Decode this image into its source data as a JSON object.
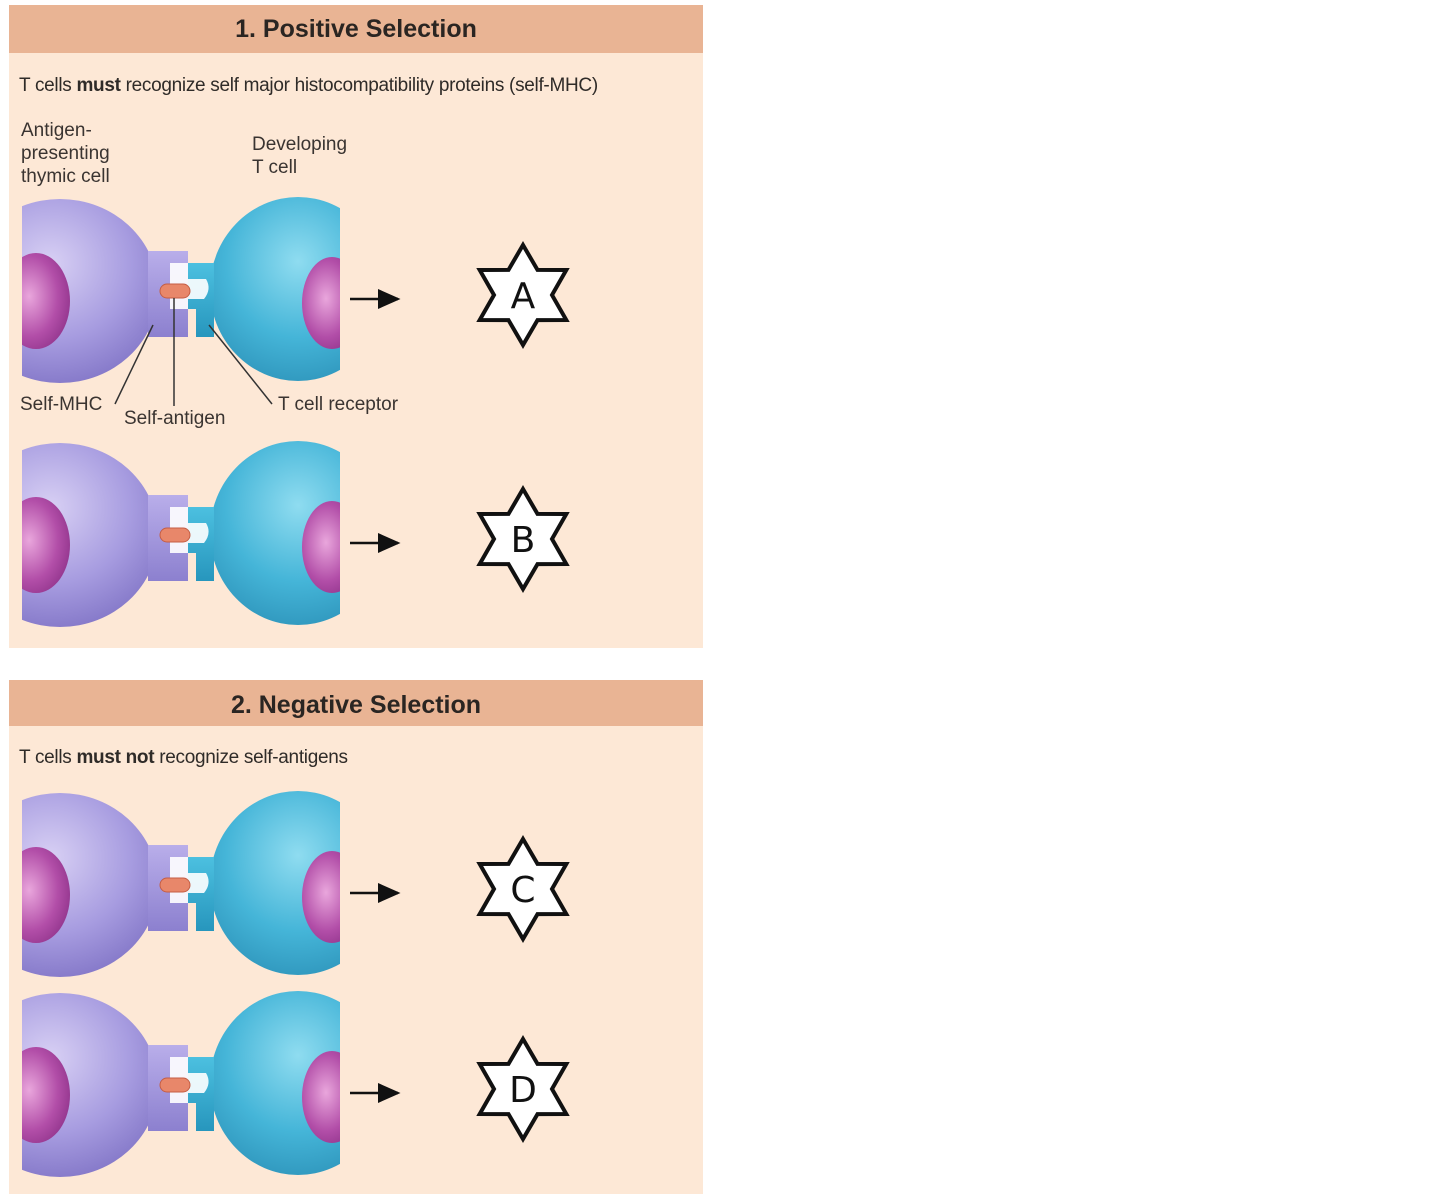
{
  "panel1": {
    "title": "1. Positive Selection",
    "subtitle_a": "T cells ",
    "subtitle_bold": "must",
    "subtitle_b": " recognize self major histocompatibility proteins (self-MHC)",
    "label_apc": "Antigen-\npresenting\nthymic cell",
    "label_tcell": "Developing\nT cell",
    "label_self_mhc": "Self-MHC",
    "label_self_antigen": "Self-antigen",
    "label_tcr": "T cell receptor",
    "markers": [
      "A",
      "B"
    ]
  },
  "panel2": {
    "title": "2. Negative Selection",
    "subtitle_a": "T cells ",
    "subtitle_bold": "must not",
    "subtitle_b": " recognize self-antigens",
    "markers": [
      "C",
      "D"
    ]
  },
  "colors": {
    "panel_bg": "#fde8d6",
    "header_bar": "#e9b494",
    "apc_cell": "#9b8fd6",
    "t_cell": "#3fb1d6",
    "nucleus": "#b04ca8",
    "antigen": "#e8876a"
  }
}
